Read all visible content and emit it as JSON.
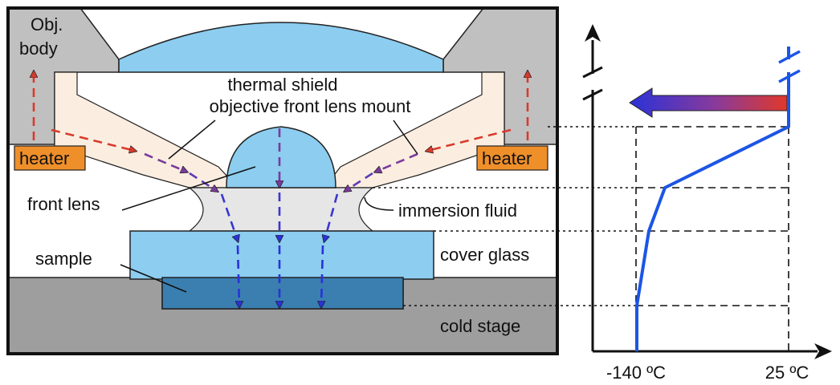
{
  "labels": {
    "obj_body": [
      "Obj.",
      "body"
    ],
    "thermal_shield": "thermal shield",
    "lens_mount": "objective front lens mount",
    "heater_left": "heater",
    "heater_right": "heater",
    "front_lens": "front lens",
    "immersion_fluid": "immersion fluid",
    "sample": "sample",
    "cover_glass": "cover glass",
    "cold_stage": "cold stage"
  },
  "axis": {
    "x_tick_left": "-140 ºC",
    "x_tick_right": "25 ºC"
  },
  "colors": {
    "frame": "#111111",
    "obj_body": "#c0c0c0",
    "lens": "#8ccdf0",
    "mount": "#fbeee0",
    "immersion": "#e6e6e6",
    "cover_glass": "#8ccdf0",
    "sample": "#3a7fb0",
    "cold_stage": "#9e9e9e",
    "heater": "#ef8f2a",
    "profile_line": "#1c55e6",
    "heat_arrow_hot": "#e0392a",
    "heat_arrow_cold": "#2a32d8"
  },
  "icons": {
    "heat_arrow": "dashed-arrow-icon",
    "axis_break": "axis-break-icon",
    "temperature_arrow": "gradient-arrow-icon"
  }
}
